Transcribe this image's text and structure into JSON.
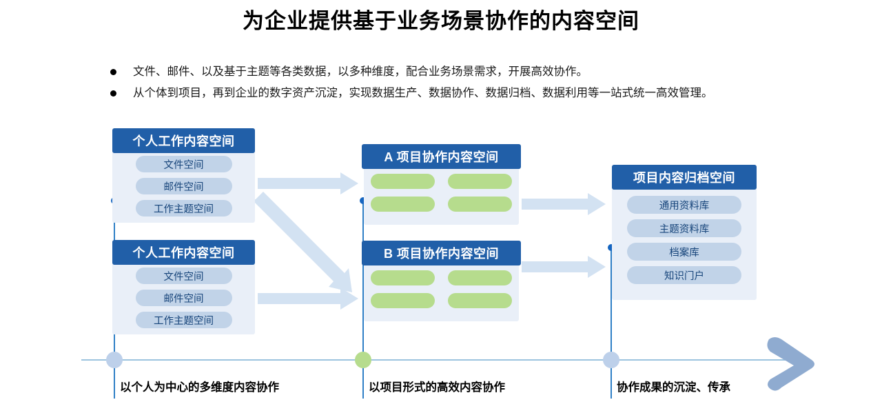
{
  "title": "为企业提供基于业务场景协作的内容空间",
  "bullets": [
    "文件、邮件、以及基于主题等各类数据，以多种维度，配合业务场景需求，开展高效协作。",
    "从个体到项目，再到企业的数字资产沉淀，实现数据生产、数据协作、数据归档、数据利用等一站式统一高效管理。"
  ],
  "cards": {
    "personal_1": {
      "title": "个人工作内容空间",
      "items": [
        "文件空间",
        "邮件空间",
        "工作主题空间"
      ]
    },
    "personal_2": {
      "title": "个人工作内容空间",
      "items": [
        "文件空间",
        "邮件空间",
        "工作主题空间"
      ]
    },
    "project_a": {
      "title": "A 项目协作内容空间",
      "items": [
        "",
        "",
        "",
        ""
      ]
    },
    "project_b": {
      "title": "B 项目协作内容空间",
      "items": [
        "",
        "",
        "",
        ""
      ]
    },
    "archive": {
      "title": "项目内容归档空间",
      "items": [
        "通用资料库",
        "主题资料库",
        "档案库",
        "知识门户"
      ]
    }
  },
  "timeline": {
    "stages": [
      {
        "label": "以个人为中心的多维度内容协作",
        "node_color": "#bdd0ea"
      },
      {
        "label": "以项目形式的高效内容协作",
        "node_color": "#b6dc8d"
      },
      {
        "label": "协作成果的沉淀、传承",
        "node_color": "#bdd0ea"
      }
    ],
    "end_arrow_icon": "chevron-right-icon"
  },
  "colors": {
    "header_blue": "#215fa8",
    "card_bg": "#e9eff8",
    "pill_blue": "#c1d3e8",
    "pill_green": "#b6dc8d",
    "arrow_blue": "#d3e2f2",
    "axis_blue": "#9cc3df",
    "vline_blue": "#2f7fc6",
    "chevron_blue": "#8fabd0"
  },
  "connectors": [
    {
      "name": "personal-1-to-project-a",
      "icon": "arrow-right-icon"
    },
    {
      "name": "personal-1-to-project-b",
      "icon": "arrow-diagonal-down-right-icon"
    },
    {
      "name": "personal-2-to-project-b",
      "icon": "arrow-right-icon"
    },
    {
      "name": "project-a-to-archive",
      "icon": "arrow-right-icon"
    },
    {
      "name": "project-b-to-archive",
      "icon": "arrow-right-icon"
    }
  ]
}
